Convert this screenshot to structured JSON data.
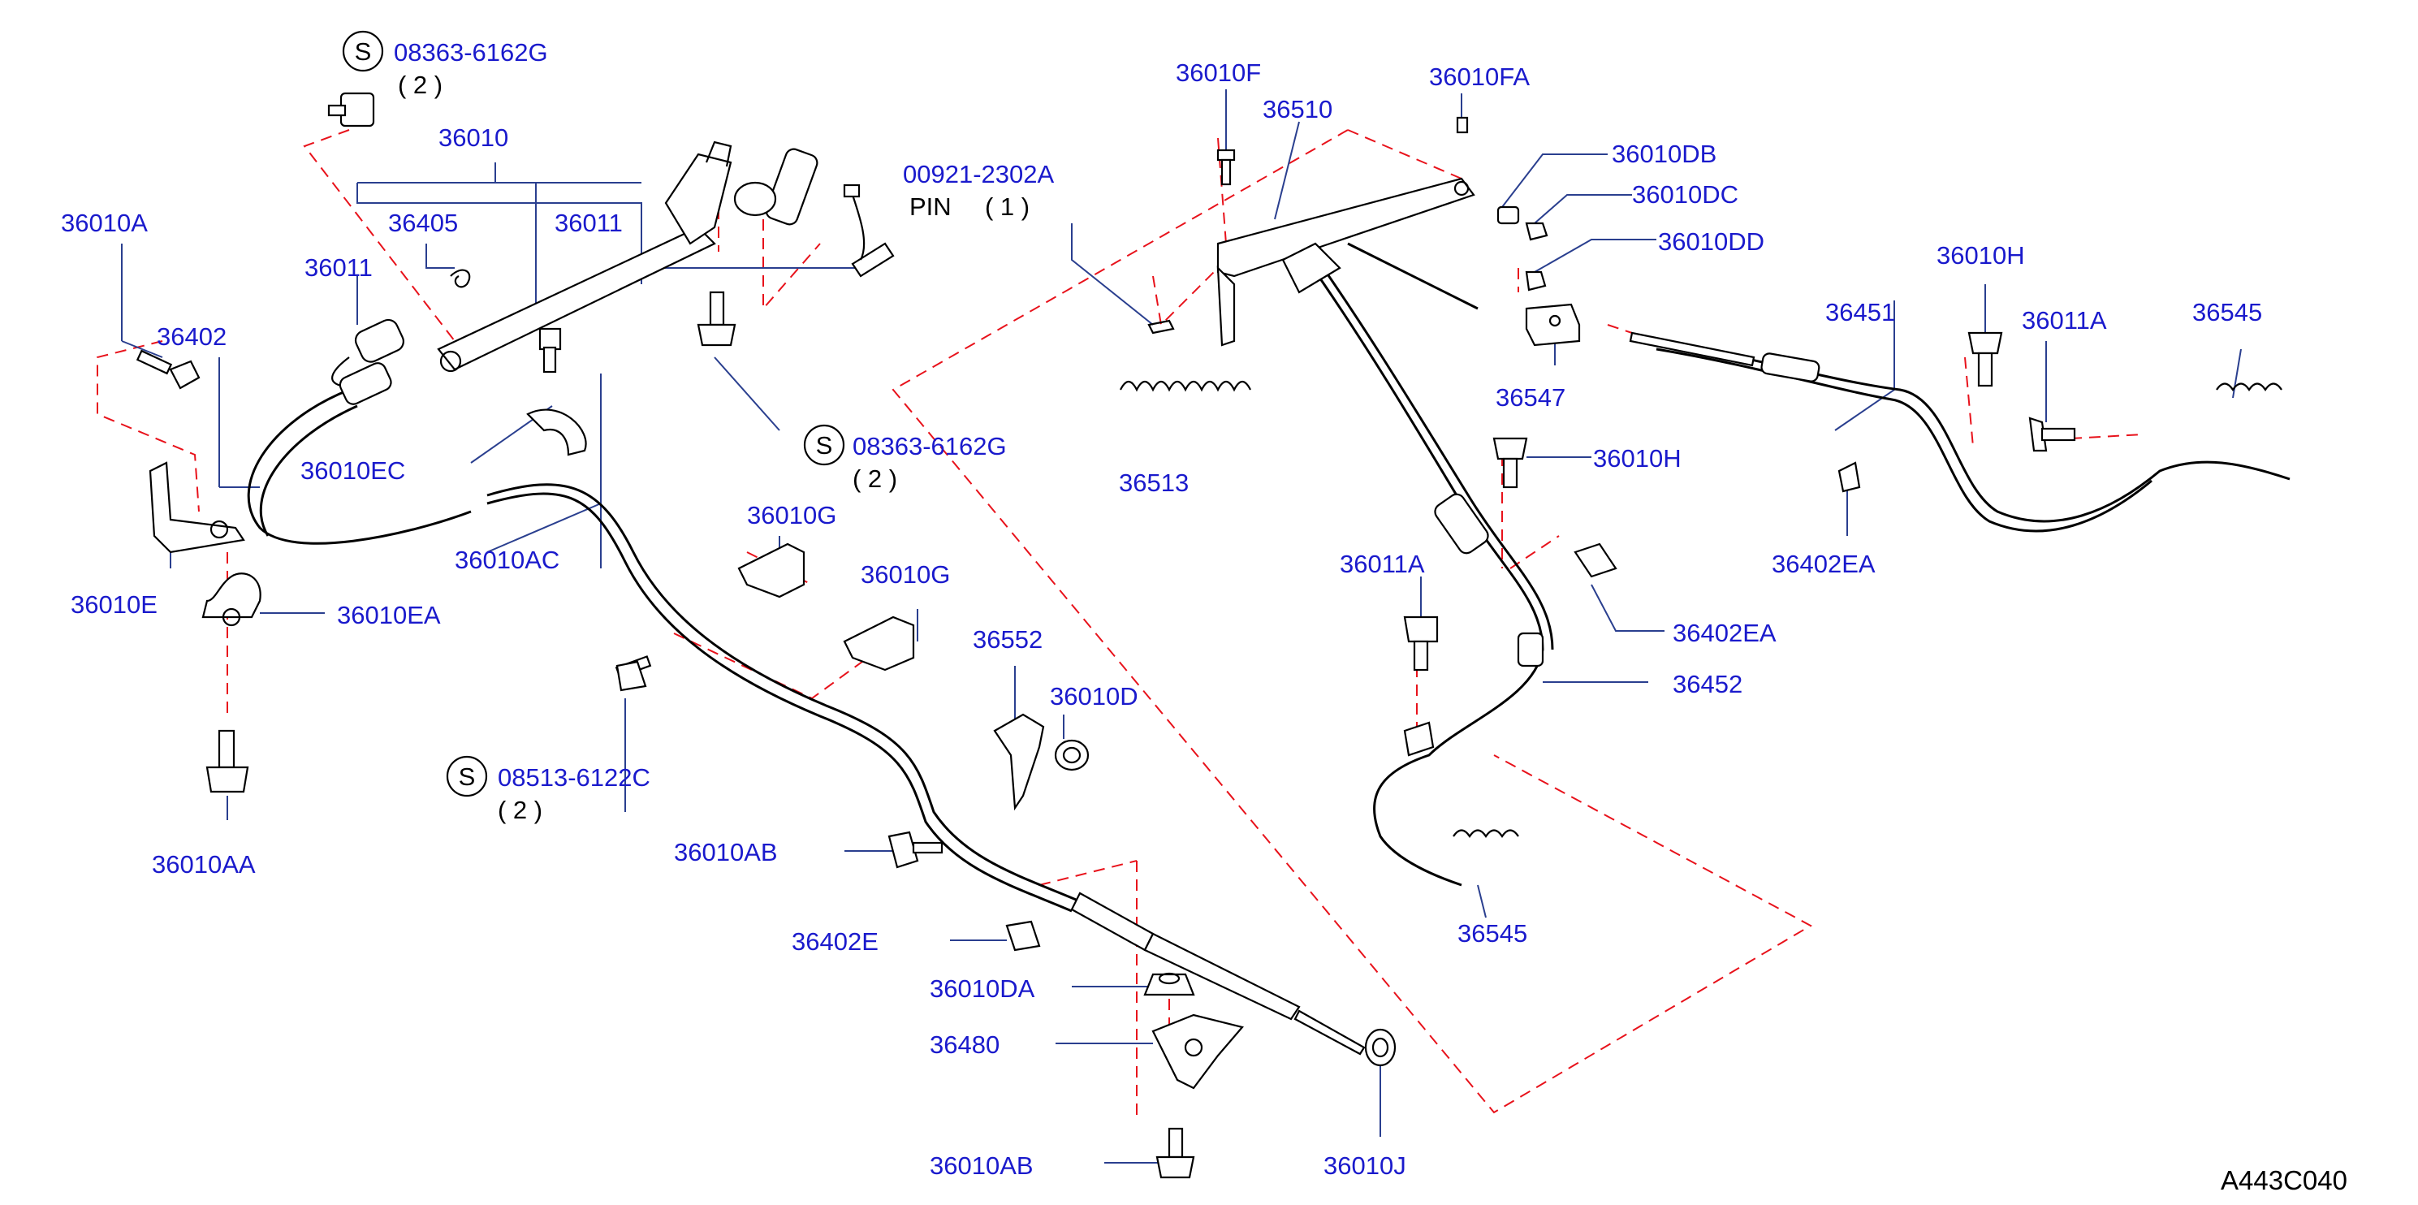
{
  "parts": {
    "p_08363_6162G_top": "08363-6162G",
    "q_2_top": "( 2 )",
    "p_36010": "36010",
    "p_36010A": "36010A",
    "p_36405": "36405",
    "p_36011_a": "36011",
    "p_36011_b": "36011",
    "p_36402": "36402",
    "p_36010EC": "36010EC",
    "p_36010AC": "36010AC",
    "p_36010E": "36010E",
    "p_36010EA": "36010EA",
    "p_36010AA": "36010AA",
    "p_08363_6162G_mid": "08363-6162G",
    "q_2_mid": "( 2 )",
    "p_36010G_a": "36010G",
    "p_36010G_b": "36010G",
    "p_36552": "36552",
    "p_36010D": "36010D",
    "p_08513_6122C": "08513-6122C",
    "q_2_bot": "( 2 )",
    "p_36010AB_a": "36010AB",
    "p_36402E": "36402E",
    "p_36010DA": "36010DA",
    "p_36480": "36480",
    "p_36010AB_b": "36010AB",
    "p_36010J": "36010J",
    "p_36010F": "36010F",
    "p_36510": "36510",
    "p_36010FA": "36010FA",
    "p_00921_2302A": "00921-2302A",
    "pin": "PIN",
    "q_1": "( 1 )",
    "p_36010DB": "36010DB",
    "p_36010DC": "36010DC",
    "p_36010DD": "36010DD",
    "p_36513": "36513",
    "p_36547": "36547",
    "p_36010H_a": "36010H",
    "p_36451": "36451",
    "p_36011A_a": "36011A",
    "p_36545_a": "36545",
    "p_36010H_b": "36010H",
    "p_36402EA_a": "36402EA",
    "p_36011A_b": "36011A",
    "p_36402EA_b": "36402EA",
    "p_36452": "36452",
    "p_36545_b": "36545"
  },
  "symbols": {
    "s1": "S",
    "s2": "S",
    "s3": "S"
  },
  "figure_code": "A443C040",
  "colors": {
    "label": "#1a1acc",
    "leader": "#2a3f8f",
    "dashed": "#e8121b",
    "outline": "#000000"
  }
}
